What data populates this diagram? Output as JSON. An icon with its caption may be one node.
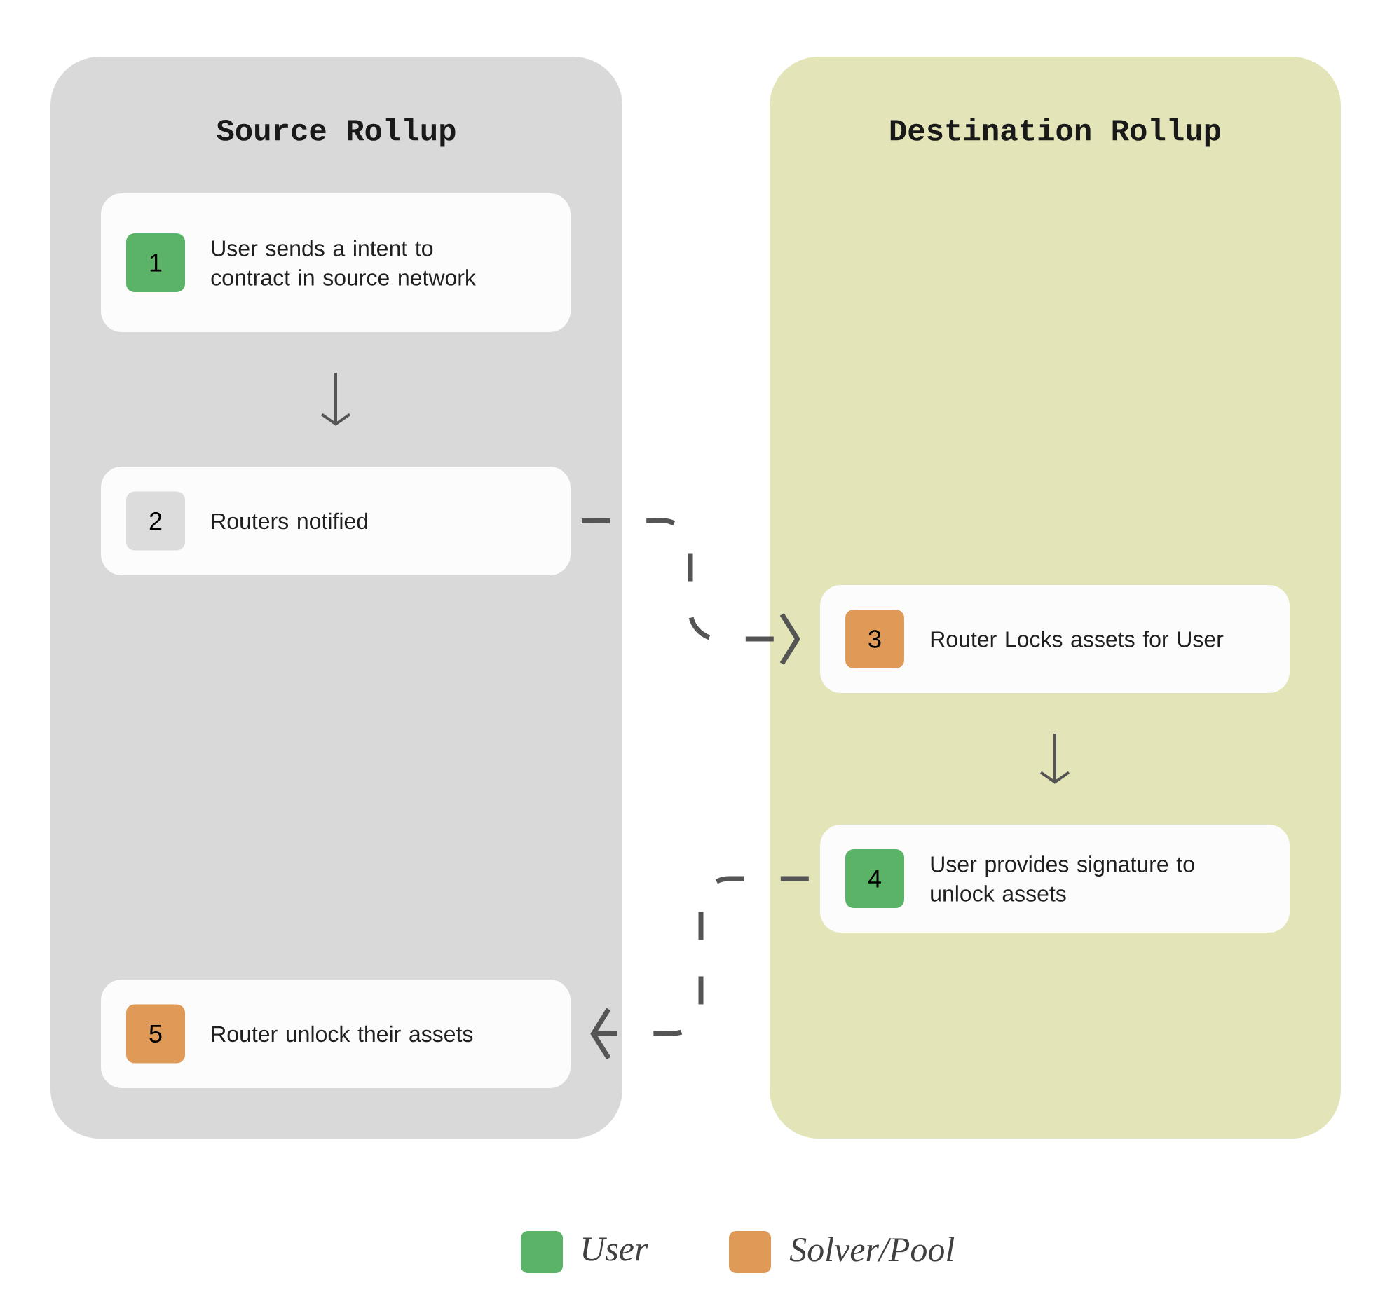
{
  "diagram": {
    "nodes": [
      {
        "text": [
          "Source Rollup"
        ]
      },
      {
        "text": [
          "1",
          "User sends a intent to contract in source network"
        ],
        "in": 0
      },
      {
        "text": [
          "2",
          "Routers notified"
        ],
        "in": 0
      },
      {
        "text": [
          "5",
          "Router unlock their assets"
        ],
        "in": 0
      },
      {
        "text": [
          "Destination Rollup"
        ]
      },
      {
        "text": [
          "3",
          "Router Locks assets for User"
        ],
        "in": 4
      },
      {
        "text": [
          "4",
          "User provides signature to unlock assets"
        ],
        "in": 4
      }
    ],
    "edges": [
      {
        "from": 1,
        "to": 2,
        "arrow": "to"
      },
      {
        "from": 2,
        "to": 5,
        "arrow": "to",
        "style": "dashed"
      },
      {
        "from": 5,
        "to": 6,
        "arrow": "to"
      },
      {
        "from": 6,
        "to": 3,
        "arrow": "to",
        "style": "dashed"
      }
    ],
    "legend": [
      {
        "text": "User",
        "color": "#5bb368"
      },
      {
        "text": "Solver/Pool",
        "color": "#df9a57"
      }
    ]
  }
}
